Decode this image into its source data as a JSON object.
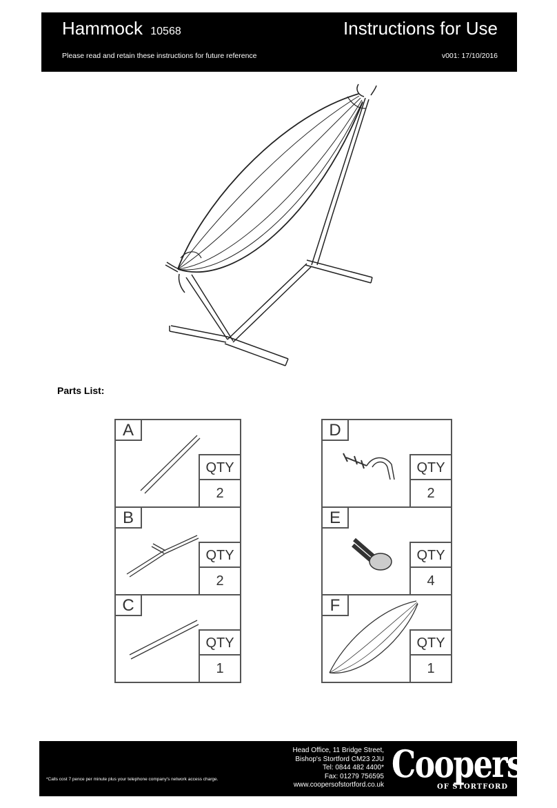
{
  "header": {
    "title": "Hammock",
    "product_number": "10568",
    "doc_title": "Instructions for Use",
    "subtitle": "Please read and retain these instructions for future reference",
    "version": "v001: 17/10/2016"
  },
  "parts_list": {
    "label": "Parts List:",
    "qty_label": "QTY",
    "parts": [
      {
        "letter": "A",
        "qty": "2"
      },
      {
        "letter": "B",
        "qty": "2"
      },
      {
        "letter": "C",
        "qty": "1"
      },
      {
        "letter": "D",
        "qty": "2"
      },
      {
        "letter": "E",
        "qty": "4"
      },
      {
        "letter": "F",
        "qty": "1"
      }
    ]
  },
  "footer": {
    "address_lines": [
      "Head Office, 11 Bridge Street,",
      "Bishop's Stortford CM23 2JU",
      "Tel: 0844 482 4400*",
      "Fax: 01279 756595",
      "www.coopersofstortford.co.uk"
    ],
    "note": "*Calls cost 7 pence per minute plus your telephone company's network access charge.",
    "logo_main": "Coopers",
    "logo_sub": "OF STORTFORD"
  }
}
